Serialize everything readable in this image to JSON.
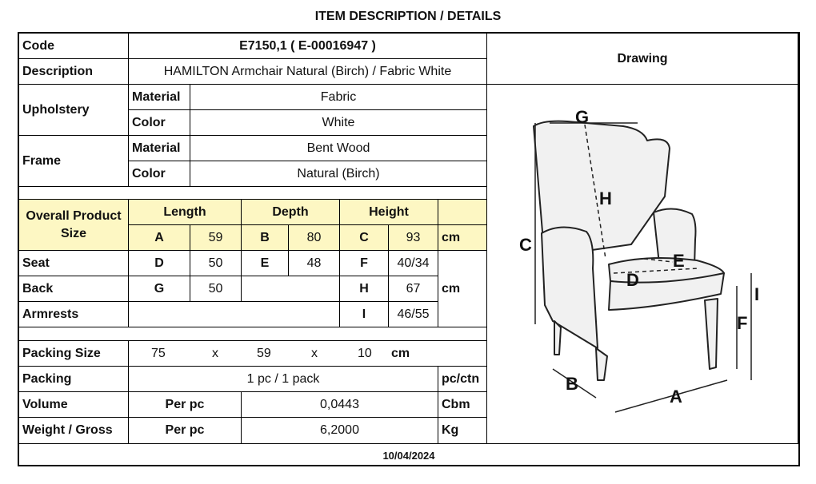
{
  "title": "ITEM DESCRIPTION / DETAILS",
  "code_label": "Code",
  "code_value": "E7150,1 ( E-00016947 )",
  "description_label": "Description",
  "description_value": "HAMILTON Armchair Natural (Birch) / Fabric White",
  "drawing_label": "Drawing",
  "upholstery": {
    "label": "Upholstery",
    "material_label": "Material",
    "material_value": "Fabric",
    "color_label": "Color",
    "color_value": "White"
  },
  "frame": {
    "label": "Frame",
    "material_label": "Material",
    "material_value": "Bent Wood",
    "color_label": "Color",
    "color_value": "Natural (Birch)"
  },
  "overall": {
    "label": "Overall Product Size",
    "length_label": "Length",
    "depth_label": "Depth",
    "height_label": "Height",
    "a": "A",
    "a_val": "59",
    "b": "B",
    "b_val": "80",
    "c": "C",
    "c_val": "93",
    "unit": "cm"
  },
  "seat": {
    "label": "Seat",
    "d": "D",
    "d_val": "50",
    "e": "E",
    "e_val": "48",
    "f": "F",
    "f_val": "40/34"
  },
  "back": {
    "label": "Back",
    "g": "G",
    "g_val": "50",
    "h": "H",
    "h_val": "67"
  },
  "armrests": {
    "label": "Armrests",
    "i": "I",
    "i_val": "46/55"
  },
  "dims_unit": "cm",
  "packing_size": {
    "label": "Packing Size",
    "v1": "75",
    "x1": "x",
    "v2": "59",
    "x2": "x",
    "v3": "10",
    "unit": "cm"
  },
  "packing": {
    "label": "Packing",
    "value": "1 pc / 1 pack",
    "unit": "pc/ctn"
  },
  "volume": {
    "label": "Volume",
    "per": "Per pc",
    "value": "0,0443",
    "unit": "Cbm"
  },
  "weight": {
    "label": "Weight / Gross",
    "per": "Per pc",
    "value": "6,2000",
    "unit": "Kg"
  },
  "date": "10/04/2024",
  "dimension_letters": {
    "a": "A",
    "b": "B",
    "c": "C",
    "d": "D",
    "e": "E",
    "f": "F",
    "g": "G",
    "h": "H",
    "i": "I"
  }
}
